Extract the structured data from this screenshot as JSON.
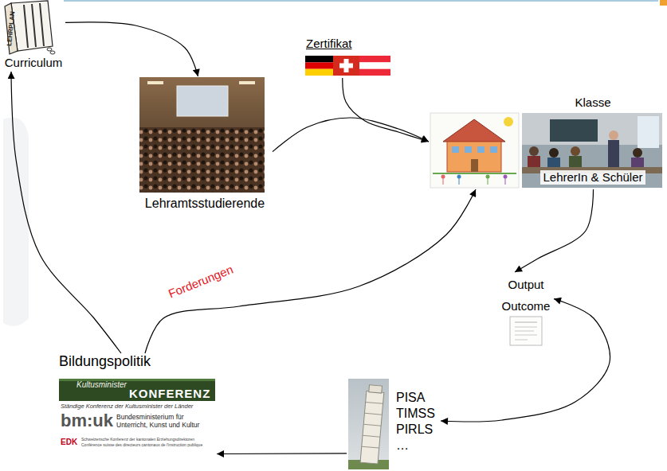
{
  "diagram": {
    "nodes": [
      {
        "text": [
          "Curriculum"
        ]
      },
      {
        "text": [
          "Zertifikat"
        ]
      },
      {
        "text": [
          "Lehramtsstudierende"
        ]
      },
      {
        "text": [
          "Klasse",
          "LehrerIn & Schüler"
        ]
      },
      {
        "text": [
          "Output Outcome"
        ]
      },
      {
        "text": [
          "Bildungspolitik"
        ]
      },
      {
        "text": [
          "PISA TIMSS PIRLS …"
        ]
      }
    ],
    "edges": [
      {
        "from": 0,
        "to": 2,
        "arrow": "to"
      },
      {
        "from": 2,
        "to": 3,
        "arrow": "to"
      },
      {
        "from": 1,
        "to": 3,
        "arrow": "to"
      },
      {
        "from": 3,
        "to": 4,
        "arrow": "to"
      },
      {
        "from": 4,
        "to": 6,
        "arrow": "both"
      },
      {
        "from": 6,
        "to": 5,
        "arrow": "to"
      },
      {
        "from": 5,
        "to": 0,
        "arrow": "to"
      },
      {
        "from": 5,
        "to": 3,
        "label": "Forderungen",
        "arrow": "to"
      }
    ],
    "labels": [
      "LEHRPLAN",
      "Kultusminister",
      "KONFERENZ",
      "Ständige Konferenz der Kultusminister der Länder",
      "bm:uk",
      "Bundesministerium für Unterricht, Kunst und Kultur",
      "EDK",
      "Schweizerische Konferenz der kantonalen Erziehungsdirektoren",
      "Conférence suisse des directeurs cantonaux de l'instruction publique"
    ]
  }
}
